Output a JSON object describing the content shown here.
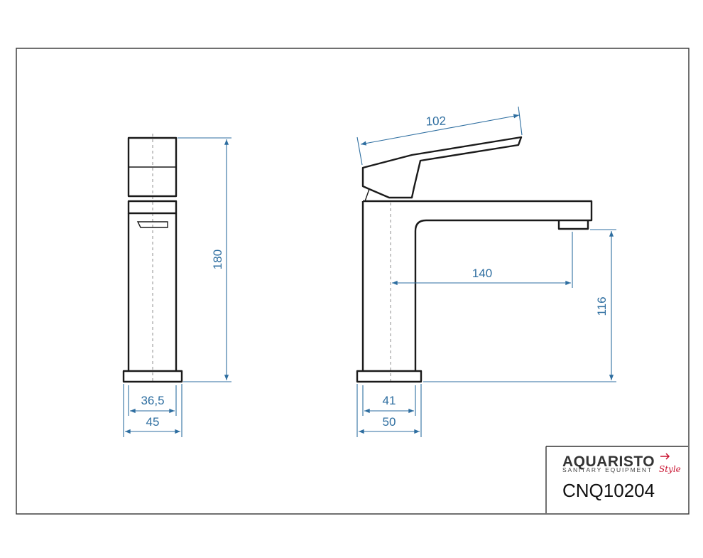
{
  "drawing": {
    "dimensions": {
      "side_height": "180",
      "side_inner_width": "36,5",
      "side_base_width": "45",
      "lever_length": "102",
      "spout_reach": "140",
      "spout_height": "116",
      "front_inner_width": "41",
      "front_base_width": "50"
    }
  },
  "title_block": {
    "logo_main": "AQUARISTO",
    "logo_sub": "SANITARY EQUIPMENT",
    "logo_style": "Style",
    "product_code": "CNQ10204"
  },
  "colors": {
    "dimension": "#2e6ea0",
    "outline": "#1a1a1a",
    "logo_accent": "#c8102e"
  }
}
